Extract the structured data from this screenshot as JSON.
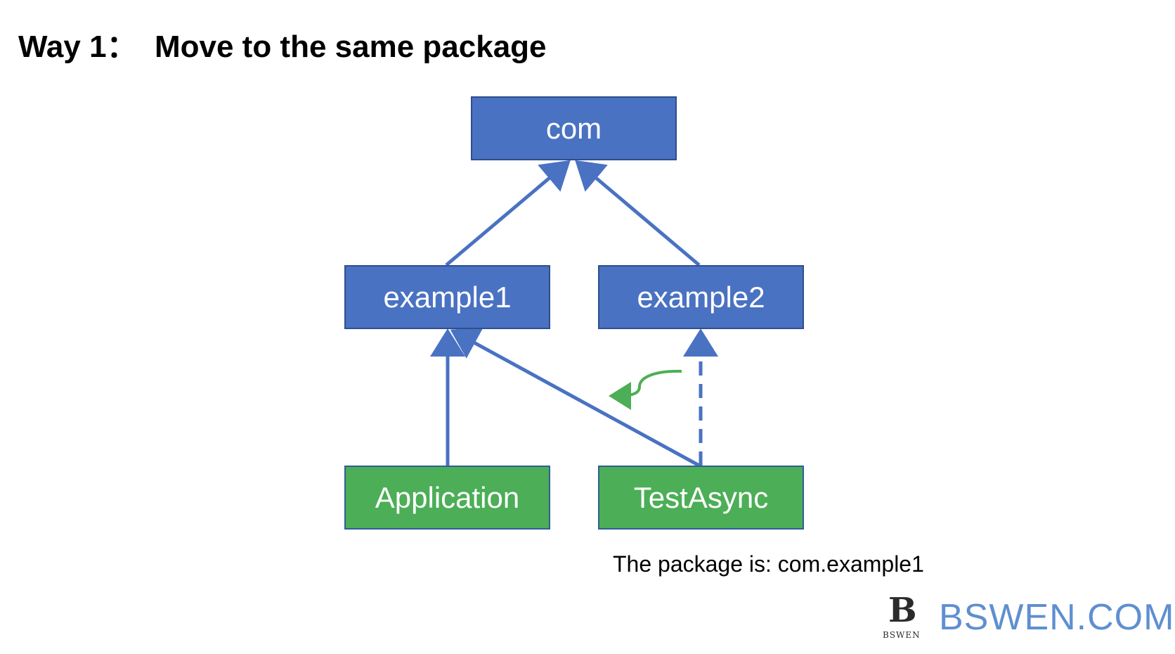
{
  "title": "Way 1：  Move to the same package",
  "nodes": {
    "com": "com",
    "example1": "example1",
    "example2": "example2",
    "application": "Application",
    "testasync": "TestAsync"
  },
  "caption": "The package is: com.example1",
  "logo": {
    "mark": "B",
    "small_text": "BSWEN"
  },
  "brand": "BSWEN.COM",
  "colors": {
    "package_node": "#4a72c2",
    "class_node": "#4cae56",
    "arrow": "#4a72c2",
    "move_arrow": "#4cae56",
    "brand": "#5f8fd0"
  }
}
